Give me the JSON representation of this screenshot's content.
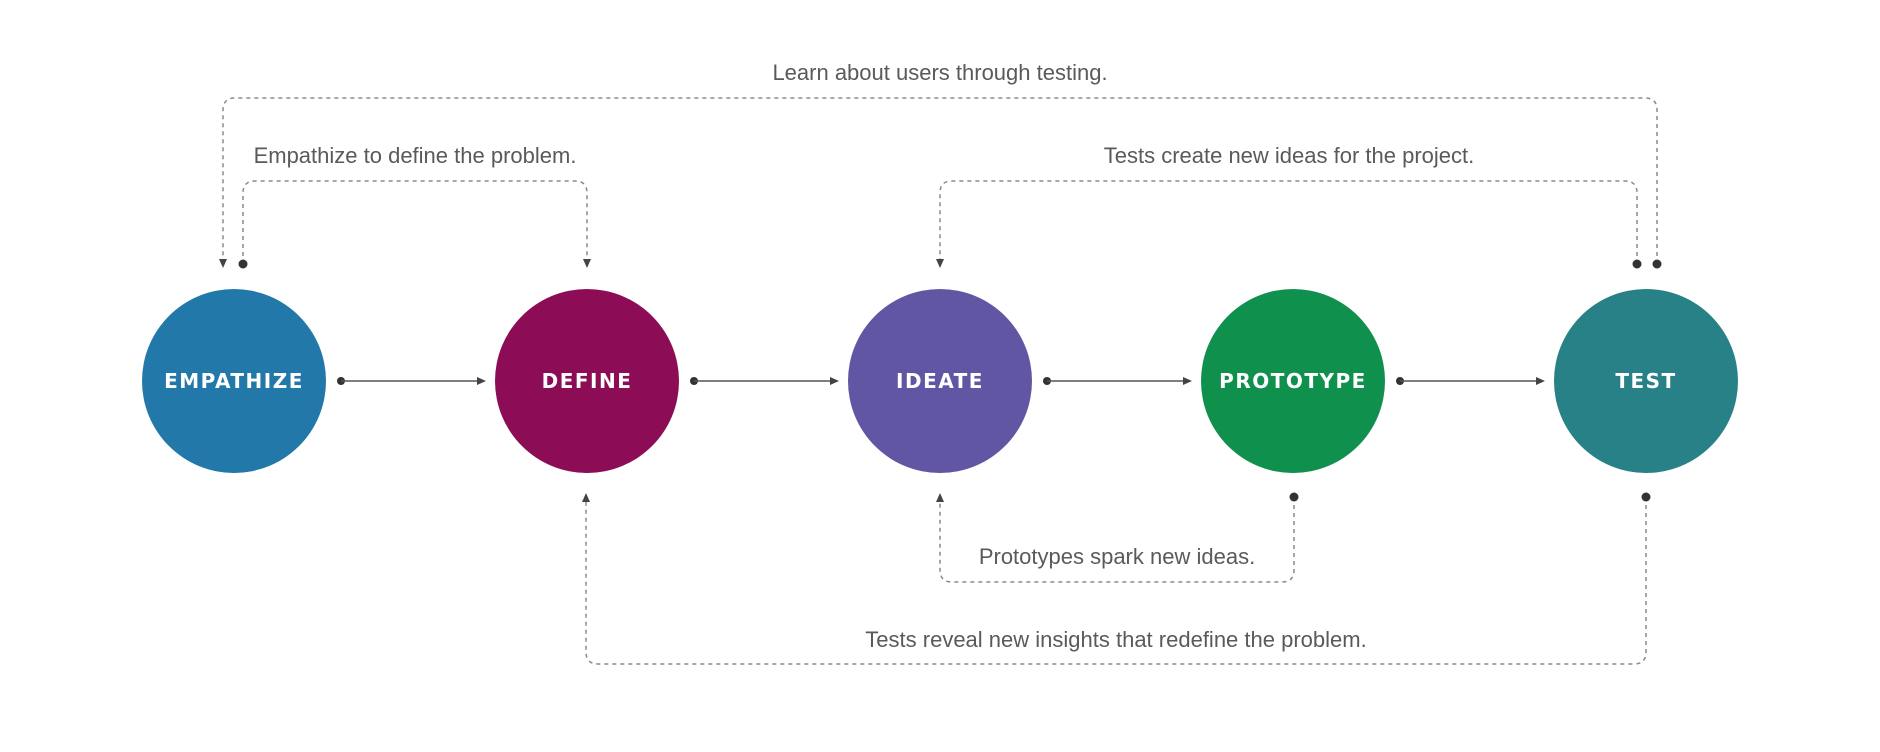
{
  "stages": [
    {
      "id": "empathize",
      "label": "EMPATHIZE",
      "color": "#2278a9"
    },
    {
      "id": "define",
      "label": "DEFINE",
      "color": "#8c0c55"
    },
    {
      "id": "ideate",
      "label": "IDEATE",
      "color": "#6156a4"
    },
    {
      "id": "prototype",
      "label": "PROTOTYPE",
      "color": "#0f914d"
    },
    {
      "id": "test",
      "label": "TEST",
      "color": "#288187"
    }
  ],
  "feedback": {
    "learn": "Learn about users through testing.",
    "empathize_define": "Empathize to define the problem.",
    "tests_ideas": "Tests create new ideas for the project.",
    "prototypes_spark": "Prototypes spark new ideas.",
    "tests_reveal": "Tests reveal new insights that redefine the problem."
  }
}
